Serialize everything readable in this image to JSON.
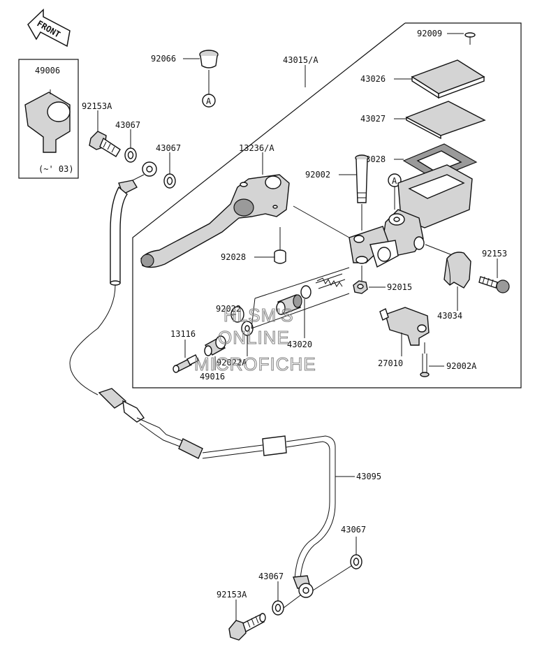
{
  "front_label": "FRONT",
  "callouts": {
    "c92009": "92009",
    "c92066": "92066",
    "c43015a": "43015/A",
    "c49006": "49006",
    "c43026": "43026",
    "c92153a_top": "92153A",
    "c43067_a": "43067",
    "c43067_b": "43067",
    "c43027": "43027",
    "c13236a": "13236/A",
    "c43028": "43028",
    "c92002": "92002",
    "c92153": "92153",
    "c92028": "92028",
    "c92015": "92015",
    "c92022": "92022",
    "c43034": "43034",
    "c13116": "13116",
    "c43020": "43020",
    "c92022a": "92022A",
    "c27010": "27010",
    "c92002a": "92002A",
    "c49016": "49016",
    "c43095": "43095",
    "c43067_c": "43067",
    "c43067_d": "43067",
    "c92153a_bottom": "92153A"
  },
  "ref_marker": "A",
  "inset_note": "(~' 03)",
  "watermark": [
    "HLSM'S",
    "ONLINE",
    "MICROFICHE"
  ]
}
